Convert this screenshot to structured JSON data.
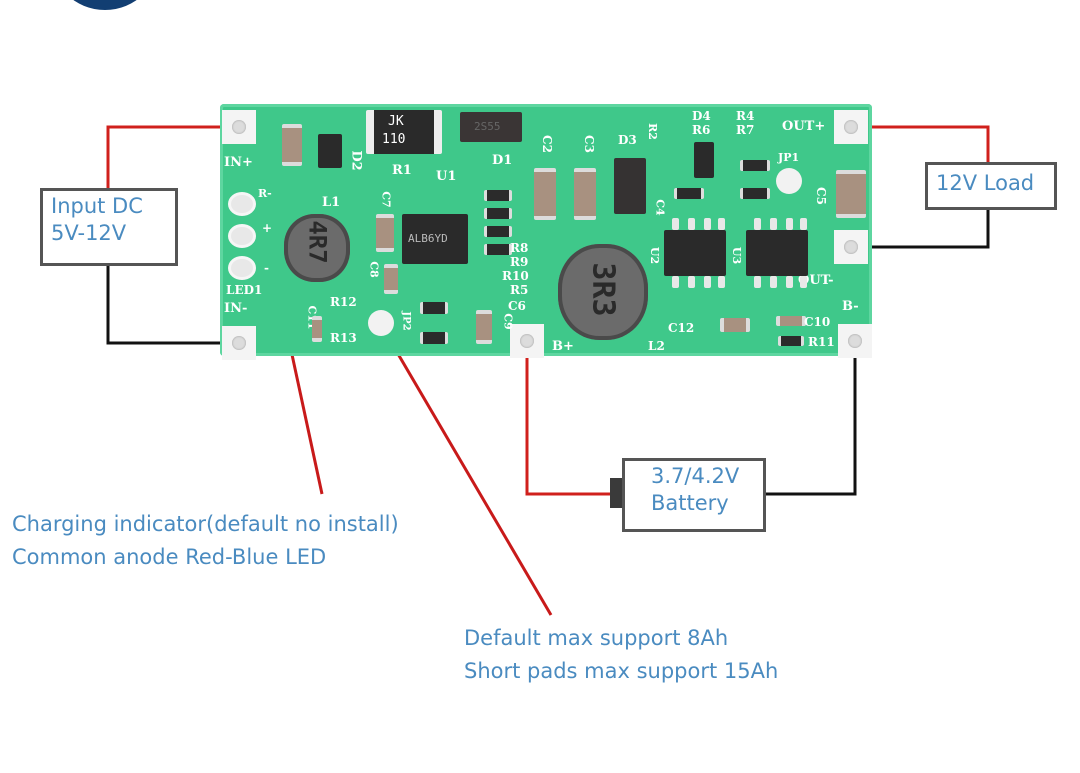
{
  "logo": {
    "icon": "brand-logo-partial"
  },
  "labels": {
    "input_dc": {
      "line1": "Input DC",
      "line2": "5V-12V"
    },
    "load": "12V Load",
    "battery": {
      "line1": "3.7/4.2V",
      "line2": "Battery"
    }
  },
  "annotations": {
    "charging_indicator": {
      "line1": "Charging indicator(default no install)",
      "line2": "Common anode Red-Blue LED"
    },
    "capacity": {
      "line1": "Default max support 8Ah",
      "line2": "Short pads max support 15Ah"
    }
  },
  "pcb": {
    "pads": {
      "in_plus": "IN+",
      "in_minus": "IN-",
      "out_plus": "OUT+",
      "out_minus": "OUT-",
      "b_plus": "B+",
      "b_minus": "B-"
    },
    "led": {
      "label": "LED1",
      "r": "R-",
      "plus": "+",
      "minus": "-"
    },
    "fuse_marking": {
      "line1": "JK",
      "line2": "110"
    },
    "diode_d1_marking": "2S55",
    "u1_marking": "ALB6YD",
    "l1_marking": "4R7",
    "l2_marking": "3R3",
    "refs": [
      "D2",
      "R1",
      "U1",
      "D1",
      "L1",
      "C7",
      "C8",
      "R12",
      "R13",
      "C11",
      "JP2",
      "C2",
      "C3",
      "D3",
      "R2",
      "C4",
      "R8",
      "R9",
      "R10",
      "R5",
      "C6",
      "C9",
      "D4",
      "R6",
      "R4",
      "R7",
      "JP1",
      "C5",
      "U2",
      "U3",
      "C12",
      "C10",
      "R11",
      "L2"
    ]
  },
  "colors": {
    "wire_positive": "#d0201c",
    "wire_negative": "#111111",
    "label_text": "#4a8bc0",
    "pcb_green": "#3fc88a",
    "box_border": "#555555"
  }
}
